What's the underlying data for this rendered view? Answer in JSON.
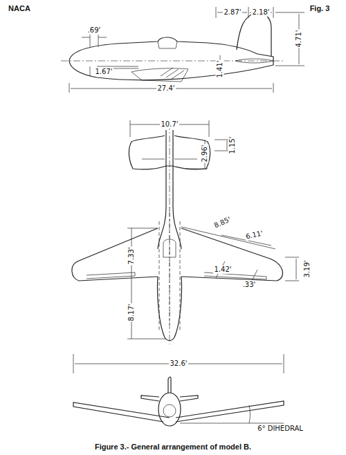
{
  "diagram": {
    "caption": "Figure 3.- General arrangement of model B.",
    "labels": [
      "NACA",
      "Fig. 3",
      ".69'",
      "2.87'",
      "2.18'",
      "4.71'",
      "1.41'",
      "1.67'",
      "27.4'",
      "10.7'",
      "1.15'",
      "2.96'",
      "8.85'",
      "6.11'",
      "1.42'",
      ".33'",
      "3.19'",
      "7.33'",
      "8.17'",
      "32.6'",
      "6° DIHEDRAL"
    ]
  }
}
